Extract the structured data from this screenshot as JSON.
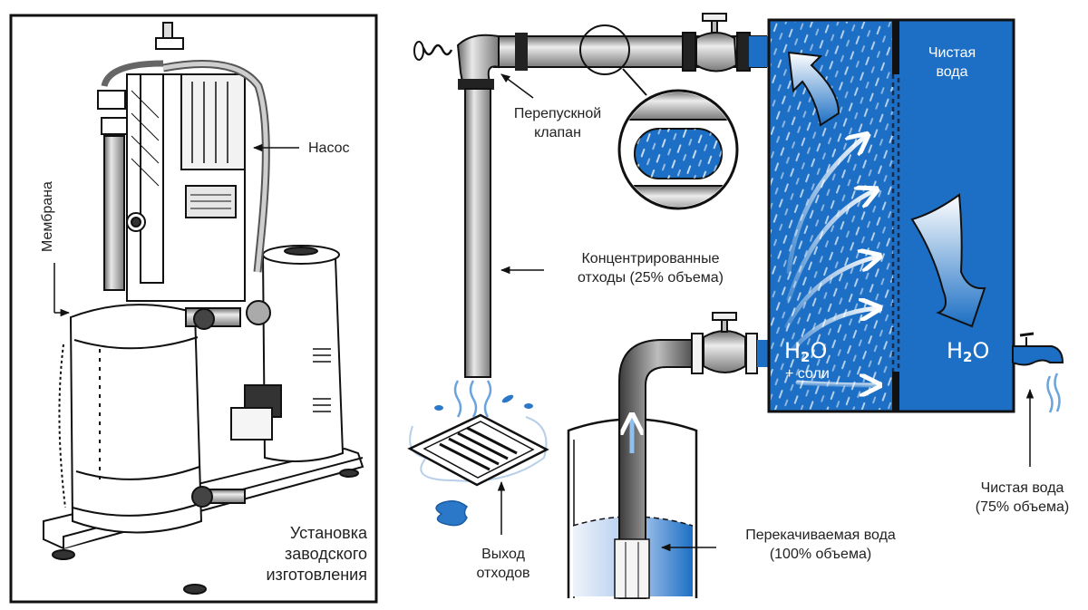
{
  "title": "Схема установки обратного осмоса",
  "colors": {
    "water_blue": "#1c6fc4",
    "membrane_dark": "#1a2a4a",
    "pipe_gray": "#9a9a9a",
    "outline": "#111111"
  },
  "left_panel": {
    "labels": {
      "pump": "Насос",
      "membrane": "Мембрана",
      "factory_unit_line1": "Установка",
      "factory_unit_line2": "заводского",
      "factory_unit_line3": "изготовления"
    }
  },
  "right_panel": {
    "labels": {
      "bypass_valve_line1": "Перепускной",
      "bypass_valve_line2": "клапан",
      "concentrate_line1": "Концентрированные",
      "concentrate_line2": "отходы (25% объема)",
      "drain_line1": "Выход",
      "drain_line2": "отходов",
      "pumped_water_line1": "Перекачиваемая вода",
      "pumped_water_line2": "(100% объема)",
      "clean_water_top_line1": "Чистая",
      "clean_water_top_line2": "вода",
      "clean_water_out_line1": "Чистая вода",
      "clean_water_out_line2": "(75% объема)",
      "h2o_left": "H",
      "h2o_left_sub": "2",
      "h2o_left_o": "O",
      "salts": "+ соли",
      "h2o_right": "H",
      "h2o_right_sub": "2",
      "h2o_right_o": "O"
    },
    "flow_percentages": {
      "input_volume_percent": 100,
      "concentrate_percent": 25,
      "clean_water_percent": 75
    }
  }
}
